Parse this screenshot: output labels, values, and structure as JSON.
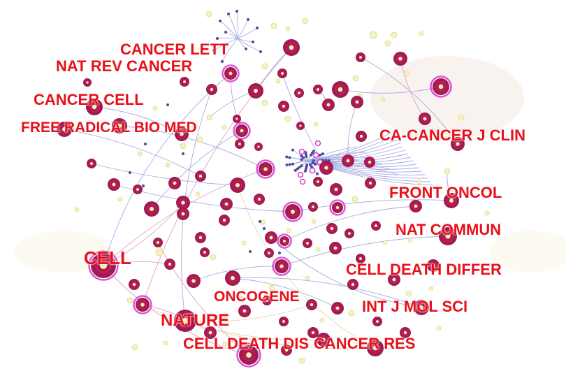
{
  "colors": {
    "label": "#e8101a",
    "node_fill": "#9e1c4f",
    "node_ring": "#c8185f",
    "node_core": "#f0f2a8",
    "halo": "#d63ad0",
    "small_node": "#f5f3c0",
    "edge_blue": "#8a8fd8",
    "edge_pink": "#d77fb8",
    "edge_tan": "#e2c98a"
  },
  "labels": {
    "cancer_lett": "CANCER LETT",
    "nat_rev_cancer": "NAT REV CANCER",
    "cancer_cell": "CANCER CELL",
    "free_radical": "FREE RADICAL BIO MED",
    "ca_cancer": "CA-CANCER J CLIN",
    "front_oncol": "FRONT ONCOL",
    "nat_commun": "NAT COMMUN",
    "cell": "CELL",
    "cell_death_differ": "CELL DEATH DIFFER",
    "oncogene": "ONCOGENE",
    "int_j_mol_sci": "INT J MOL SCI",
    "nature": "NATURE",
    "cell_death_dis": "CELL DEATH DIS",
    "cancer_res": "CANCER RES"
  }
}
